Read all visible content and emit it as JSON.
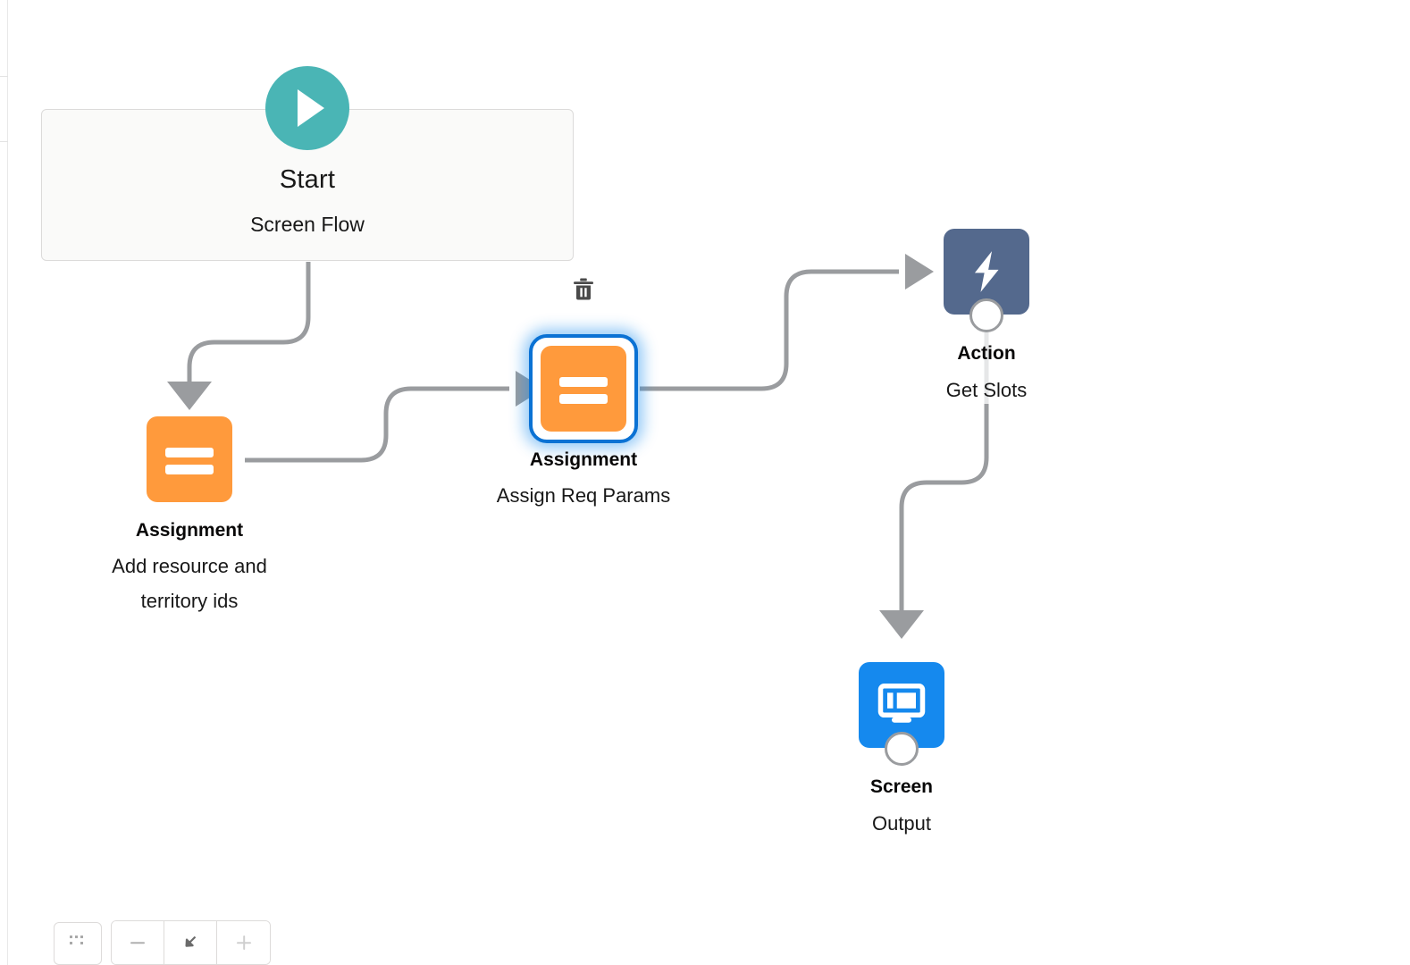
{
  "canvas": {
    "background": "#ffffff"
  },
  "colors": {
    "start_teal": "#4ab5b5",
    "assignment_orange": "#ff9a3c",
    "action_slate": "#54698d",
    "screen_blue": "#1589ee",
    "connector_gray": "#9a9c9f",
    "selection_blue": "#0b72d4",
    "card_background": "#fafaf9",
    "card_border": "#dcdbda"
  },
  "start_node": {
    "icon": "play-icon",
    "title": "Start",
    "subtitle": "Screen Flow"
  },
  "nodes": [
    {
      "id": "assignment-1",
      "icon": "equals-icon",
      "type_label": "Assignment",
      "name_label": "Add resource and territory ids",
      "selected": false,
      "has_connector": false
    },
    {
      "id": "assignment-2",
      "icon": "equals-icon",
      "type_label": "Assignment",
      "name_label": "Assign Req Params",
      "selected": true,
      "has_connector": false,
      "delete_icon": "trash-icon"
    },
    {
      "id": "action-1",
      "icon": "lightning-bolt-icon",
      "type_label": "Action",
      "name_label": "Get Slots",
      "selected": false,
      "has_connector": true
    },
    {
      "id": "screen-1",
      "icon": "monitor-icon",
      "type_label": "Screen",
      "name_label": "Output",
      "selected": false,
      "has_connector": true
    }
  ],
  "toolbar": {
    "select_mode_label": "select-mode",
    "zoom_out_label": "zoom-out",
    "zoom_fit_label": "zoom-to-fit",
    "zoom_in_label": "zoom-in"
  }
}
